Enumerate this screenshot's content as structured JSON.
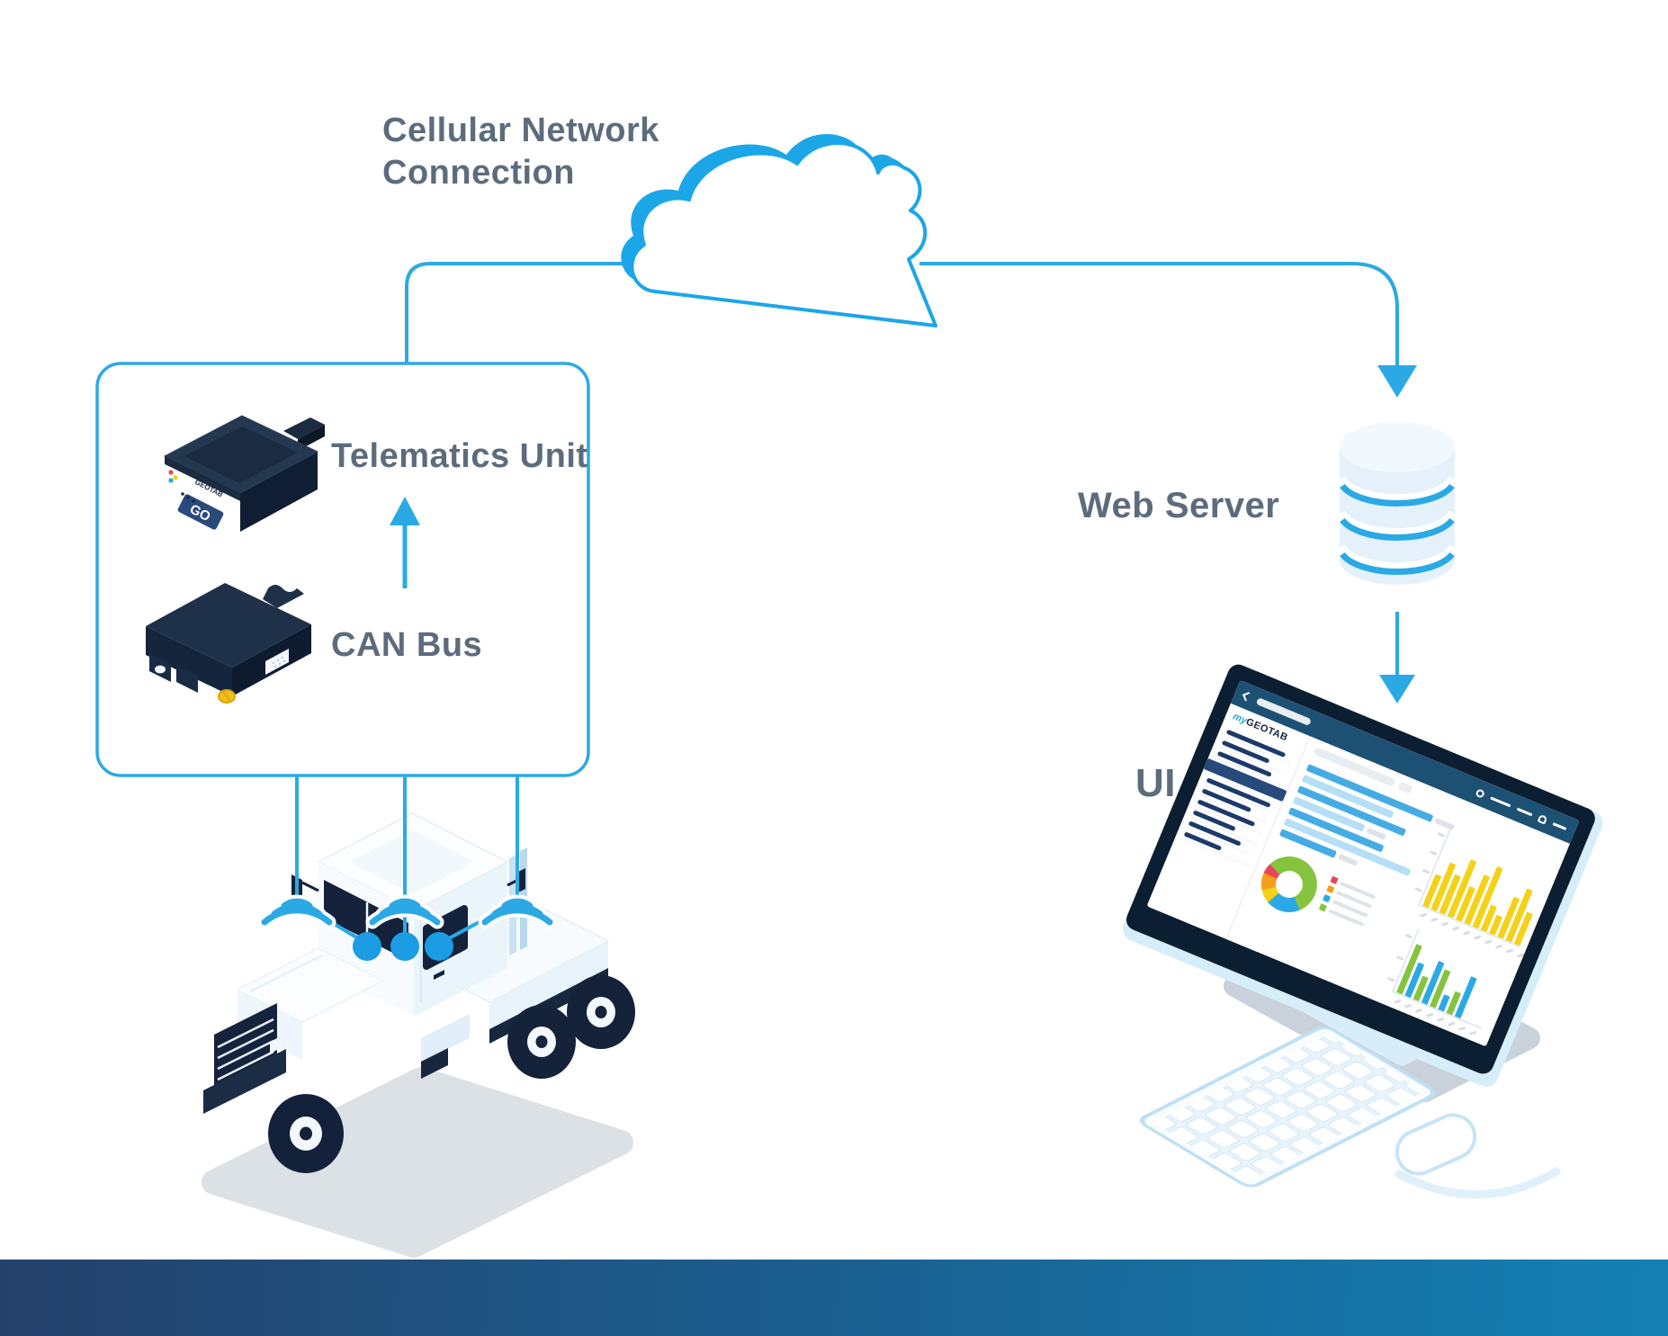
{
  "labels": {
    "cellular_line1": "Cellular Network",
    "cellular_line2": "Connection",
    "telematics_unit": "Telematics Unit",
    "can_bus": "CAN Bus",
    "web_server": "Web Server",
    "ui": "UI"
  },
  "device": {
    "brand": "GEOTAB",
    "model": "GO"
  },
  "monitor": {
    "logo_prefix": "my",
    "logo_brand": "GEOTAB",
    "sidebar_items": [
      {
        "w": 70
      },
      {
        "w": 56
      },
      {
        "w": 64
      },
      {
        "w": 0,
        "selected": true
      },
      {
        "w": 76
      },
      {
        "w": 58
      },
      {
        "w": 68
      },
      {
        "w": 50
      },
      {
        "w": 62
      },
      {
        "w": 44
      }
    ],
    "list_bars": [
      {
        "c": "blue",
        "w": 150
      },
      {
        "c": "light",
        "w": 108
      },
      {
        "c": "blue",
        "w": 128
      },
      {
        "c": "light",
        "w": 84
      },
      {
        "c": "blue",
        "w": 112
      },
      {
        "c": "light",
        "w": 150
      },
      {
        "c": "blue",
        "w": 66
      }
    ],
    "donut_segments": [
      {
        "color": "#E8445A",
        "pct": 6
      },
      {
        "color": "#86C440",
        "pct": 56
      },
      {
        "color": "#2BA9E4",
        "pct": 20
      },
      {
        "color": "#F5D117",
        "pct": 8
      },
      {
        "color": "#F59E1B",
        "pct": 10
      }
    ],
    "donut_legend": [
      "#E8445A",
      "#F59E1B",
      "#2BA9E4",
      "#86C440"
    ],
    "yellow_bar_heights": [
      38,
      56,
      46,
      68,
      40,
      58,
      72,
      30,
      22,
      48,
      62,
      38
    ],
    "mixed_bars": [
      {
        "color": "#86C440",
        "h": 58
      },
      {
        "color": "#2BA9E4",
        "h": 40
      },
      {
        "color": "#86C440",
        "h": 28
      },
      {
        "color": "#2BA9E4",
        "h": 50
      },
      {
        "color": "#86C440",
        "h": 44
      },
      {
        "color": "#2BA9E4",
        "h": 18
      },
      {
        "color": "#86C440",
        "h": 26
      },
      {
        "color": "#2BA9E4",
        "h": 48
      }
    ]
  },
  "colors": {
    "accent": "#2BA9E4",
    "label_text": "#5C6C7C",
    "navy": "#15243C",
    "bottom_gradient_left": "#25416B",
    "bottom_gradient_right": "#1480B4"
  }
}
